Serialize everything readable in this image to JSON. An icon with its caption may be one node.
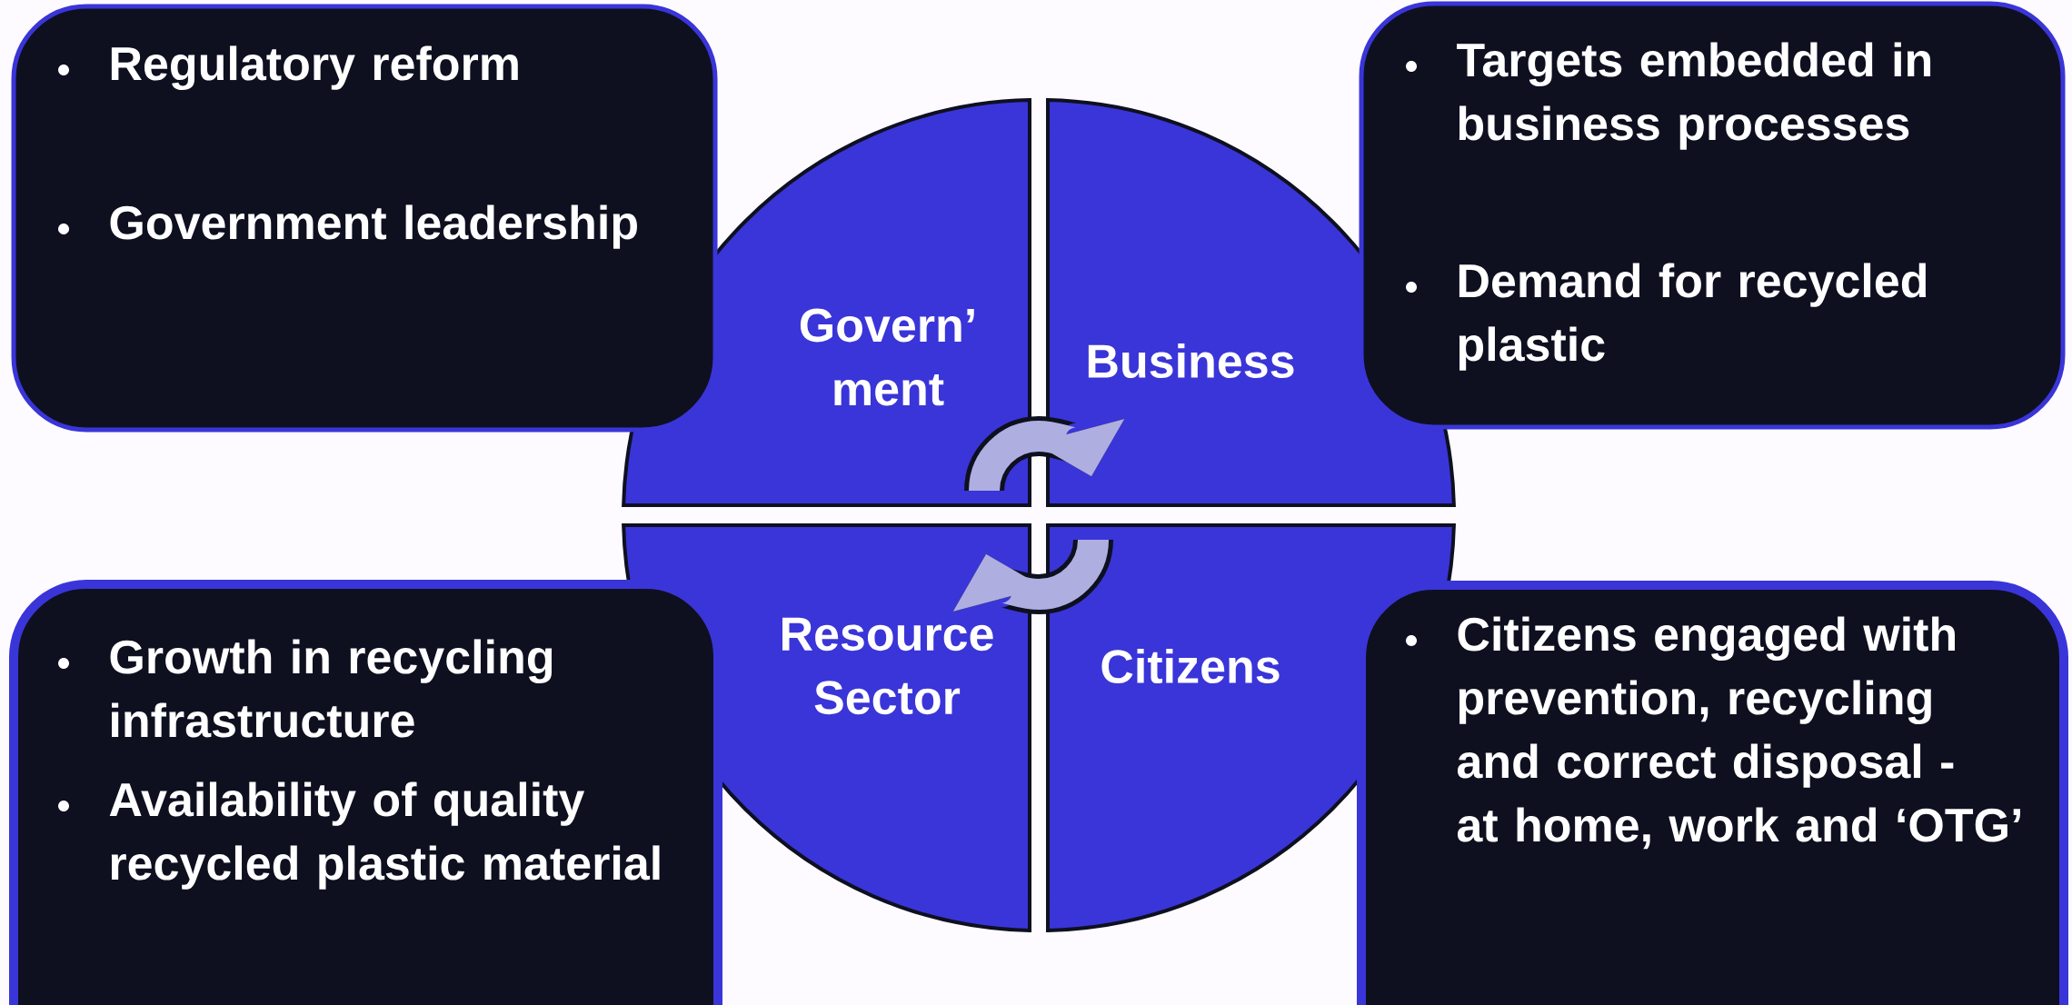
{
  "diagram": {
    "nodes": [
      {
        "text": [
          "Regulatory reform",
          "Government leadership"
        ]
      },
      {
        "text": [
          "Govern’ ment"
        ]
      },
      {
        "text": [
          "Business"
        ]
      },
      {
        "text": [
          "Targets embedded in business processes",
          "Demand for recycled plastic"
        ]
      },
      {
        "text": [
          "Growth in recycling infrastructure",
          "Availability of quality recycled plastic material"
        ]
      },
      {
        "text": [
          "Resource Sector"
        ]
      },
      {
        "text": [
          "Citizens"
        ]
      },
      {
        "text": [
          "Citizens engaged with prevention, recycling and correct disposal - at home, work and ‘OTG’"
        ]
      }
    ],
    "edges": [
      {
        "from": 1,
        "to": 2,
        "arrow": "to"
      },
      {
        "from": 6,
        "to": 5,
        "arrow": "to"
      }
    ]
  }
}
